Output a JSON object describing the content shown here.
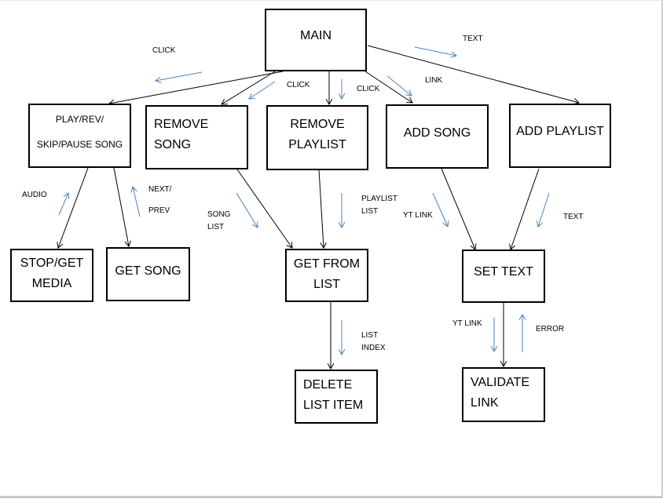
{
  "nodes": {
    "main": "MAIN",
    "play": [
      "PLAY/REV/",
      "SKIP/PAUSE SONG"
    ],
    "remove_song": [
      "REMOVE",
      "SONG"
    ],
    "remove_playlist": [
      "REMOVE",
      "PLAYLIST"
    ],
    "add_song": "ADD SONG",
    "add_playlist": "ADD PLAYLIST",
    "stop_media": [
      "STOP/GET",
      "MEDIA"
    ],
    "get_song": "GET SONG",
    "get_from_list": [
      "GET FROM",
      "LIST"
    ],
    "set_text": "SET TEXT",
    "delete_item": [
      "DELETE",
      "LIST ITEM"
    ],
    "validate": [
      "VALIDATE",
      "LINK"
    ]
  },
  "labels": {
    "click_left": "CLICK",
    "click_mid": "CLICK",
    "click_right": "CLICK",
    "text_top": "TEXT",
    "link": "LINK",
    "audio": "AUDIO",
    "next_prev": [
      "NEXT/",
      "PREV"
    ],
    "song_list": [
      "SONG",
      "LIST"
    ],
    "playlist_list": [
      "PLAYLIST",
      "LIST"
    ],
    "yt_link_upper": "YT LINK",
    "text_right": "TEXT",
    "list_index": [
      "LIST",
      "INDEX"
    ],
    "yt_link_lower": "YT LINK",
    "error": "ERROR"
  },
  "colors": {
    "connector": "#000000",
    "flow_arrow": "#4f81bd"
  }
}
